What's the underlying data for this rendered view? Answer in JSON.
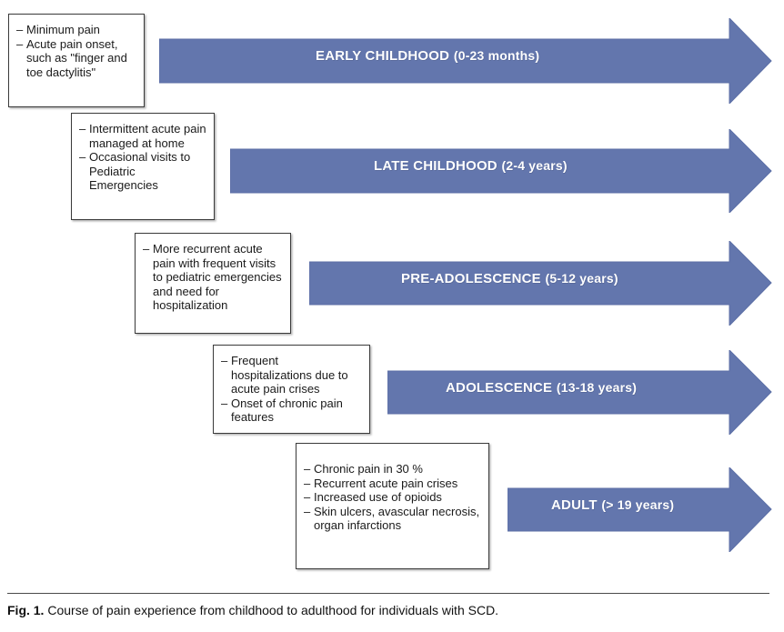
{
  "figure": {
    "accent_color": "#6376AD",
    "box_border_color": "#3a3a3a",
    "label_text_color": "#ffffff",
    "caption_label": "Fig. 1.",
    "caption_text": "Course of pain experience from childhood to adulthood for individuals with SCD."
  },
  "stages": [
    {
      "id": "early-childhood",
      "name": "EARLY CHILDHOOD",
      "range": "(0-23 months)",
      "bullets": [
        "Minimum pain",
        "Acute pain onset, such as \"finger and toe dactylitis\""
      ]
    },
    {
      "id": "late-childhood",
      "name": "LATE CHILDHOOD",
      "range": "(2-4 years)",
      "bullets": [
        "Intermittent acute pain managed at home",
        "Occasional visits to Pediatric Emergencies"
      ]
    },
    {
      "id": "pre-adolescence",
      "name": "PRE-ADOLESCENCE",
      "range": "(5-12 years)",
      "bullets": [
        "More recurrent acute pain with frequent visits to pediatric emergencies and need for hospitalization"
      ]
    },
    {
      "id": "adolescence",
      "name": "ADOLESCENCE",
      "range": "(13-18 years)",
      "bullets": [
        "Frequent hospitalizations due to acute pain crises",
        "Onset of chronic pain features"
      ]
    },
    {
      "id": "adult",
      "name": "ADULT",
      "range": "(> 19 years)",
      "bullets": [
        "Chronic pain in 30 %",
        "Recurrent acute pain crises",
        "Increased use of opioids",
        "Skin ulcers, avascular necrosis, organ infarctions"
      ]
    }
  ]
}
